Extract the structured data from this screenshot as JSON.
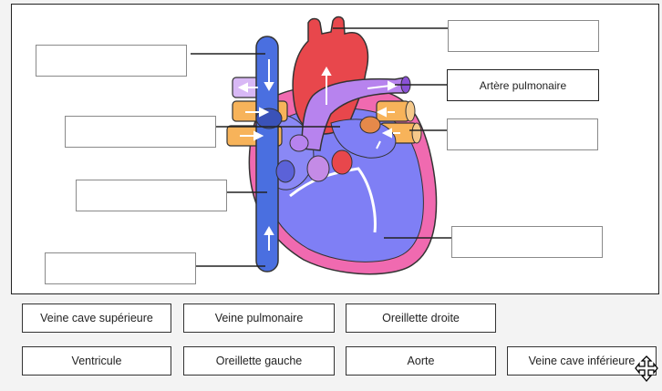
{
  "targets": [
    {
      "value": ""
    },
    {
      "value": ""
    },
    {
      "value": "Artère pulmonaire"
    },
    {
      "value": ""
    },
    {
      "value": ""
    },
    {
      "value": ""
    },
    {
      "value": ""
    },
    {
      "value": ""
    }
  ],
  "choices": [
    "Veine cave supérieure",
    "Veine pulmonaire",
    "Oreillette droite",
    "Ventricule",
    "Oreillette gauche",
    "Aorte",
    "Veine cave inférieure"
  ],
  "colors": {
    "aorta": "#e8474c",
    "vena_cava": "#4a6fe0",
    "ventricle": "#6b6ef0",
    "pericardium": "#f06ab0",
    "pulmonary_vein": "#f7b35a",
    "pulmonary_artery": "#b072e8"
  },
  "cursor_icon": "move-cursor-icon"
}
